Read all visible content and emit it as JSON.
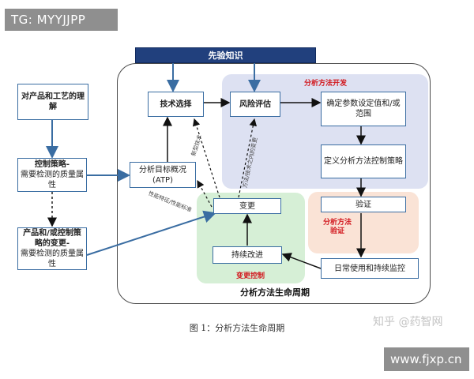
{
  "tag": "TG: MYYJJPP",
  "url": "www.fjxp.cn",
  "prior_knowledge": "先验知识",
  "left": {
    "understanding": "对产品和工艺的理解",
    "control_strategy_title": "控制策略-",
    "control_strategy_sub": "需要检测的质量属性",
    "change_title": "产品和/或控制策略的变更-",
    "change_sub": "需要检测的质量属性"
  },
  "nodes": {
    "tech_select": "技术选择",
    "risk_assess": "风险评估",
    "params": "确定参数设定值和/或范围",
    "define_strategy": "定义分析方法控制策略",
    "atp": "分析目标概况(ATP)",
    "change": "变更",
    "verify": "验证",
    "improve": "持续改进",
    "routine": "日常使用和持续监控"
  },
  "zones": {
    "development": "分析方法开发",
    "validation": "分析方法验证",
    "change_control": "变更控制"
  },
  "edge_labels": {
    "new_tech": "新型技术",
    "tech_change": "方法/技术之内的变更",
    "attr_change": "性能特征/性能标准"
  },
  "diagram_title": "分析方法生命周期",
  "caption": "图 1：分析方法生命周期",
  "watermark": "知乎 @药智网"
}
